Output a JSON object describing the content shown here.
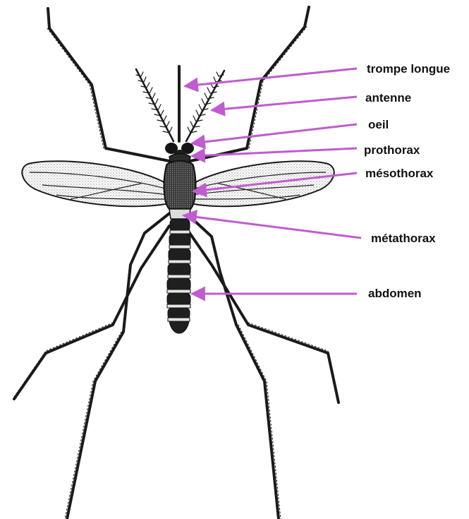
{
  "diagram": {
    "accent_color": "#c05cd0",
    "ink_color": "#1a1a1a",
    "labels": {
      "trompe_longue": "trompe longue",
      "antenne": "antenne",
      "oeil": "oeil",
      "prothorax": "prothorax",
      "mesothorax": "mésothorax",
      "metathorax": "métathorax",
      "abdomen": "abdomen"
    }
  }
}
